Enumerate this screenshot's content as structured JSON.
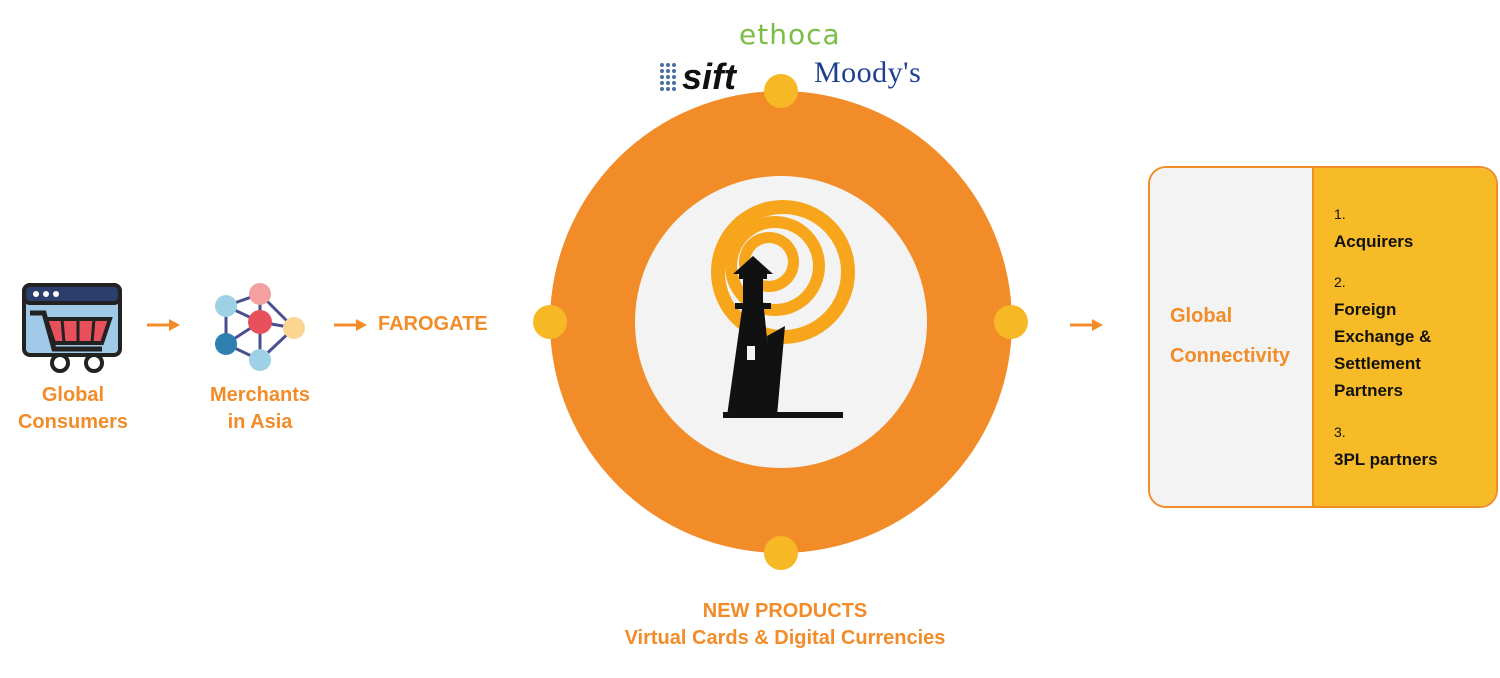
{
  "flow": {
    "consumers_label": "Global Consumers",
    "consumers_lines": [
      "Global",
      "Consumers"
    ],
    "merchants_lines": [
      "Merchants",
      "in Asia"
    ],
    "farogate_label": "FAROGATE"
  },
  "partners_logos": {
    "ethoca": "ethoca",
    "sift": "sift",
    "moodys": "Moody's"
  },
  "new_products": {
    "title": "NEW PRODUCTS",
    "subtitle": "Virtual Cards & Digital Currencies"
  },
  "connectivity": {
    "title_lines": [
      "Global",
      "Connectivity"
    ],
    "items": [
      {
        "num": "1.",
        "name_lines": [
          "Acquirers"
        ]
      },
      {
        "num": "2.",
        "name_lines": [
          "Foreign",
          "Exchange &",
          "Settlement",
          "Partners"
        ]
      },
      {
        "num": "3.",
        "name_lines": [
          "3PL partners"
        ]
      }
    ]
  },
  "colors": {
    "orange": "#f28c28",
    "yellow": "#f7b825",
    "light_gray": "#f3f3f3",
    "ethoca_green": "#7bbd45",
    "moodys_blue": "#1e3f8f"
  }
}
